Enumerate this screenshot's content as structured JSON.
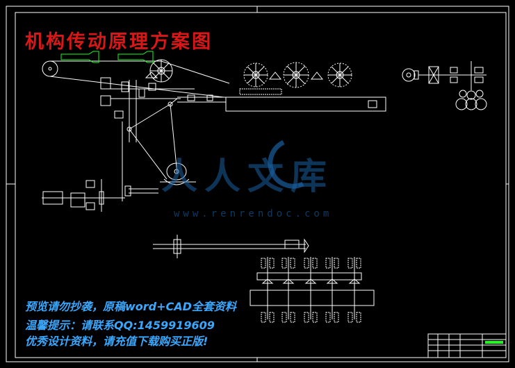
{
  "title": "机构传动原理方案图",
  "watermark": {
    "logo_text": "人人文库",
    "url": "www.renrendoc.com",
    "notice_lines": [
      "预览请勿抄袭，原稿word+CAD全套资料",
      "温馨提示：请联系QQ:1459919609",
      "优秀设计资料，请充值下载购买正版!"
    ]
  },
  "colors": {
    "background": "#000000",
    "frame": "#ffffff",
    "title": "#d81818",
    "bottle_outline": "#19ff19",
    "watermark_text": "#3aa8ff",
    "logo": "#1a5fa0",
    "title_block_accent": "#19ff19"
  },
  "icons": [
    "brush-wheel-icon",
    "motor-icon",
    "gearbox-icon",
    "cam-icon",
    "belt-pulley-icon"
  ]
}
